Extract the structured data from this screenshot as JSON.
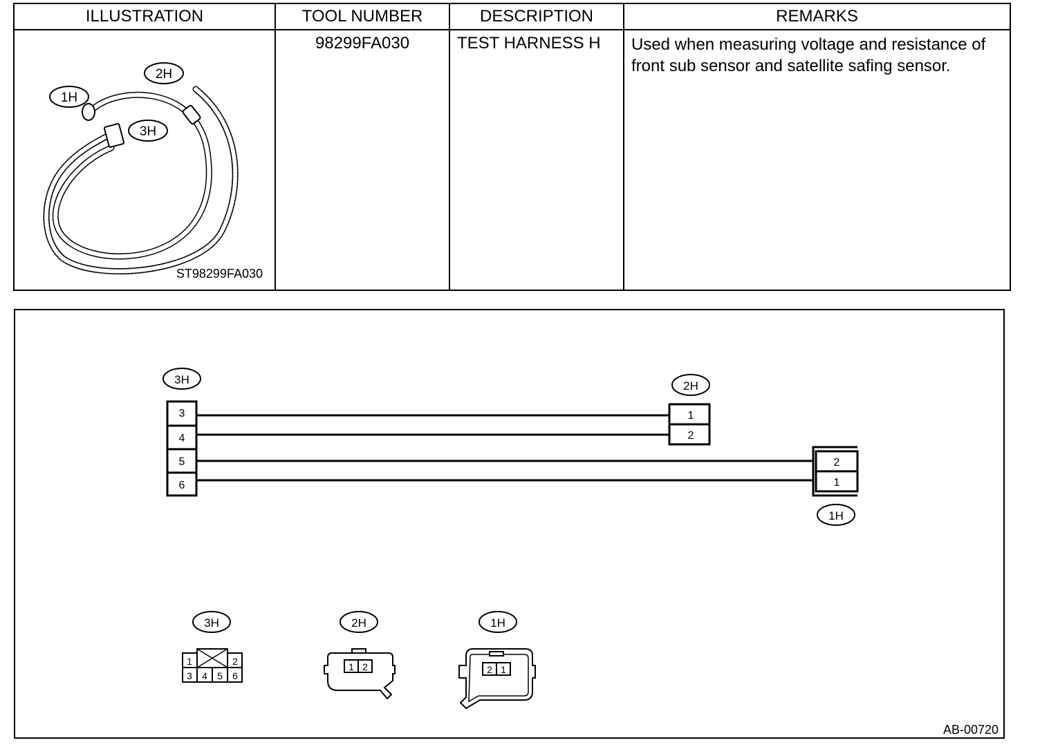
{
  "table": {
    "headers": [
      "ILLUSTRATION",
      "TOOL NUMBER",
      "DESCRIPTION",
      "REMARKS"
    ],
    "row": {
      "tool_number": "98299FA030",
      "description": "TEST HARNESS H",
      "remarks": "Used when measuring voltage and resistance of front sub sensor and satellite safing sensor.",
      "illustration_code": "ST98299FA030",
      "illustration_labels": [
        "1H",
        "2H",
        "3H"
      ]
    }
  },
  "wiring": {
    "connectors": {
      "c3h": {
        "label": "3H",
        "pins": [
          "3",
          "4",
          "5",
          "6"
        ]
      },
      "c2h": {
        "label": "2H",
        "pins": [
          "1",
          "2"
        ]
      },
      "c1h": {
        "label": "1H",
        "pins": [
          "2",
          "1"
        ]
      }
    },
    "views": {
      "v3h": {
        "label": "3H",
        "pins": [
          "1",
          "2",
          "3",
          "4",
          "5",
          "6"
        ]
      },
      "v2h": {
        "label": "2H",
        "pins": [
          "1",
          "2"
        ]
      },
      "v1h": {
        "label": "1H",
        "pins": [
          "2",
          "1"
        ]
      }
    },
    "figure_code": "AB-00720"
  }
}
